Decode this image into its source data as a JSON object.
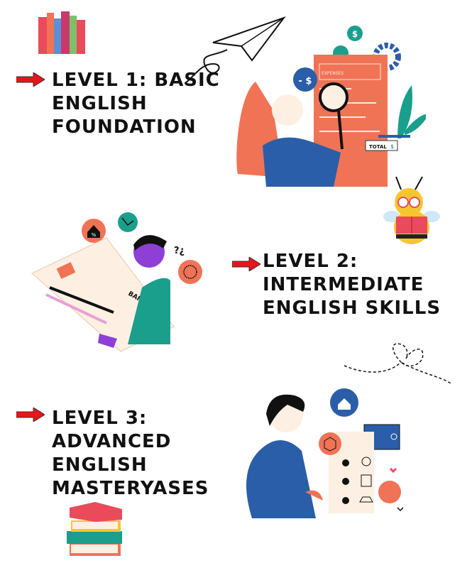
{
  "levels": [
    {
      "lines": [
        "LEVEL 1: BASIC",
        "ENGLISH",
        "FOUNDATION"
      ]
    },
    {
      "lines": [
        "LEVEL 2:",
        "INTERMEDIATE",
        "ENGLISH SKILLS"
      ]
    },
    {
      "lines": [
        "LEVEL 3:",
        "ADVANCED",
        "ENGLISH",
        "MASTERYASES"
      ]
    }
  ],
  "illustrations": {
    "expenses_label": "EXPENSES",
    "total_label": "TOTAL",
    "dollar": "$",
    "minus_dollar": "- $",
    "bank_label": "BANK",
    "percent": "%",
    "question": "?¿"
  },
  "colors": {
    "arrow": "#e8151b",
    "coral": "#f07356",
    "blue": "#2a5ea8",
    "teal": "#1a9f8c",
    "text": "#111111"
  }
}
